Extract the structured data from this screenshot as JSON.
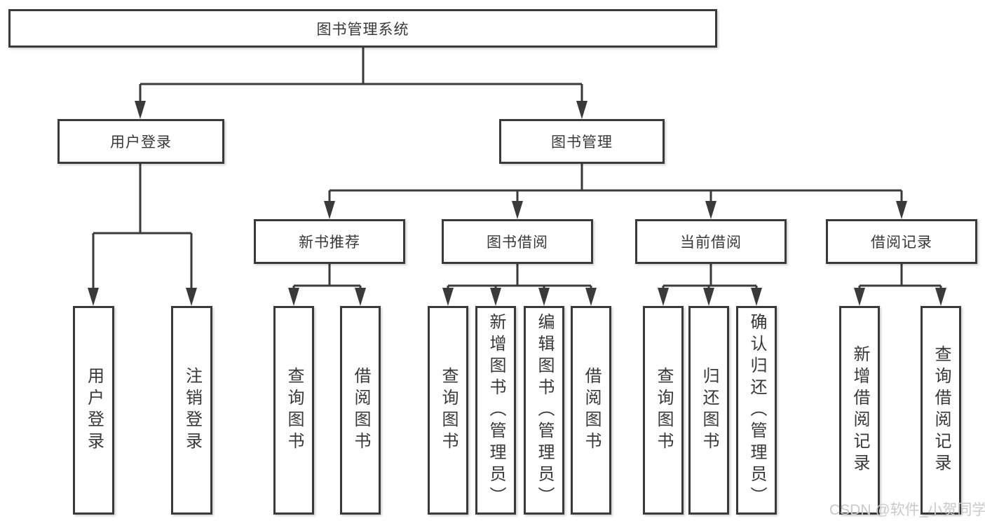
{
  "colors": {
    "line": "#3a3a3a",
    "text": "#383838",
    "watermark": "#c9c9c9"
  },
  "root": {
    "label": "图书管理系统"
  },
  "level2": {
    "user_login": {
      "label": "用户登录"
    },
    "book_mgmt": {
      "label": "图书管理"
    }
  },
  "level3": {
    "new_books": {
      "label": "新书推荐"
    },
    "book_borrow": {
      "label": "图书借阅"
    },
    "current_borrow": {
      "label": "当前借阅"
    },
    "borrow_records": {
      "label": "借阅记录"
    }
  },
  "leaves": {
    "user_login": [
      {
        "label": "用户登录"
      },
      {
        "label": "注销登录"
      }
    ],
    "new_books": [
      {
        "label": "查询图书"
      },
      {
        "label": "借阅图书"
      }
    ],
    "book_borrow": [
      {
        "label": "查询图书"
      },
      {
        "label": "新增图书（管理员）"
      },
      {
        "label": "编辑图书（管理员）"
      },
      {
        "label": "借阅图书"
      }
    ],
    "current_borrow": [
      {
        "label": "查询图书"
      },
      {
        "label": "归还图书"
      },
      {
        "label": "确认归还（管理员）"
      }
    ],
    "borrow_records": [
      {
        "label": "新增借阅记录"
      },
      {
        "label": "查询借阅记录"
      }
    ]
  },
  "watermark": "CSDN @软件_小贺同学"
}
